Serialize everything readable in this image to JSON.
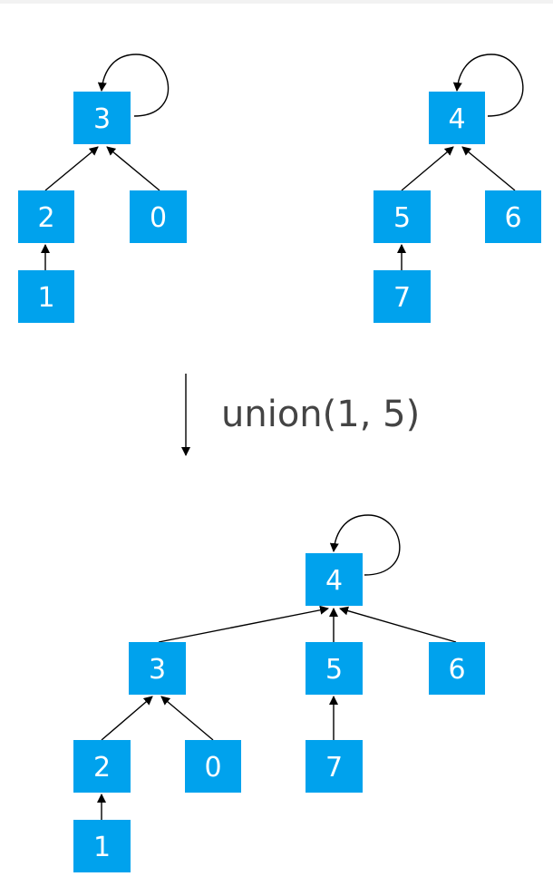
{
  "colors": {
    "node_fill": "#00a2ed",
    "node_text": "#ffffff",
    "edge": "#000000",
    "label_text": "#444444",
    "divider": "#f2f2f2"
  },
  "operation_label": "union(1, 5)",
  "before": {
    "left_tree": {
      "root": "3",
      "nodes": [
        "3",
        "2",
        "0",
        "1"
      ],
      "edges": [
        {
          "from": "2",
          "to": "3"
        },
        {
          "from": "0",
          "to": "3"
        },
        {
          "from": "1",
          "to": "2"
        }
      ]
    },
    "right_tree": {
      "root": "4",
      "nodes": [
        "4",
        "5",
        "6",
        "7"
      ],
      "edges": [
        {
          "from": "5",
          "to": "4"
        },
        {
          "from": "6",
          "to": "4"
        },
        {
          "from": "7",
          "to": "5"
        }
      ]
    }
  },
  "after": {
    "root": "4",
    "nodes": [
      "4",
      "3",
      "5",
      "6",
      "2",
      "0",
      "7",
      "1"
    ],
    "edges": [
      {
        "from": "3",
        "to": "4"
      },
      {
        "from": "5",
        "to": "4"
      },
      {
        "from": "6",
        "to": "4"
      },
      {
        "from": "2",
        "to": "3"
      },
      {
        "from": "0",
        "to": "3"
      },
      {
        "from": "7",
        "to": "5"
      },
      {
        "from": "1",
        "to": "2"
      }
    ]
  }
}
